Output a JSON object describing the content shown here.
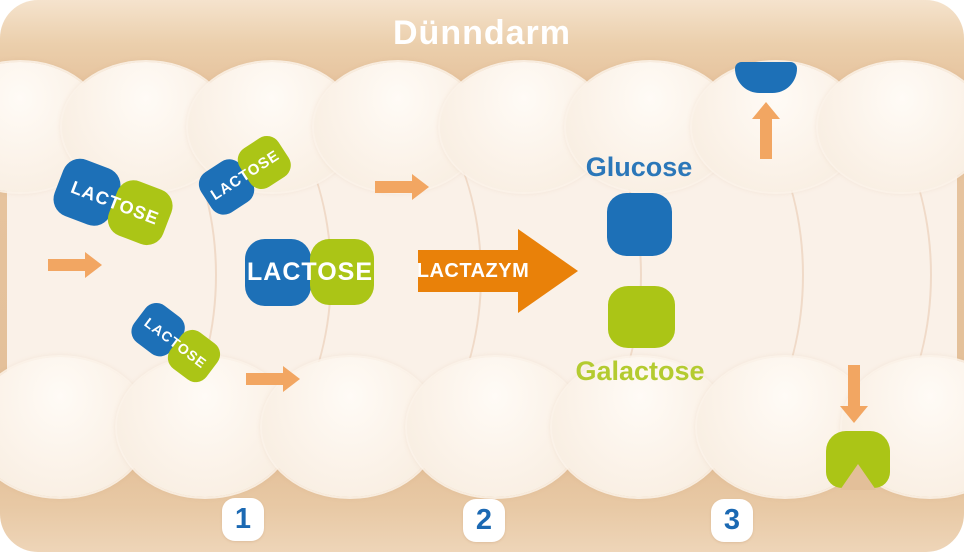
{
  "header": {
    "title": "Dünndarm"
  },
  "stages": {
    "one": {
      "badge": "1",
      "molecules": [
        {
          "label": "LACTOSE"
        },
        {
          "label": "LACTOSE"
        },
        {
          "label": "LACTOSE"
        }
      ]
    },
    "two": {
      "badge": "2",
      "molecule": {
        "label": "LACTOSE"
      },
      "enzyme": {
        "label": "LACTAZYM"
      }
    },
    "three": {
      "badge": "3",
      "glucose": {
        "label": "Glucose"
      },
      "galactose": {
        "label": "Galactose"
      }
    }
  },
  "icons": {
    "flow_arrows": "right-arrow-icon",
    "absorb_up": "up-arrow-icon",
    "absorb_down": "down-arrow-icon"
  },
  "colors": {
    "glucose-blue": "#1D70B7",
    "galactose-green": "#ABC516",
    "glucose-text": "#2B77B9",
    "galactose-text": "#B4CB30",
    "enzyme-orange": "#E98109",
    "flow-orange": "#F2A662",
    "wall-tan": "#E7C5A0",
    "wall-tan-dark": "#E3BF99",
    "lumen-cream": "#FAF1E8",
    "badge-number": "#1B69B3"
  }
}
